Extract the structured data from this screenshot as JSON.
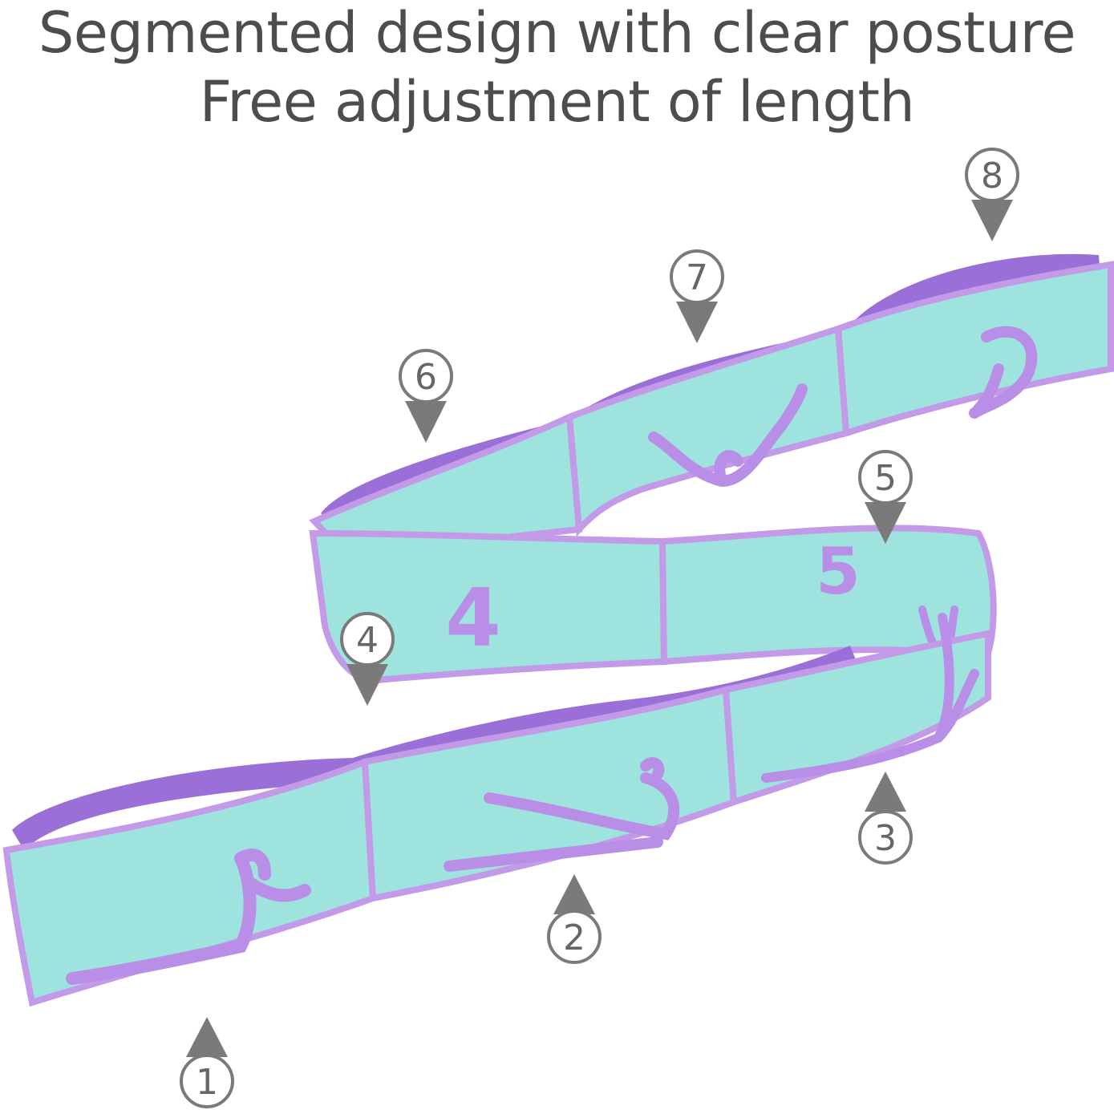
{
  "headline": {
    "line1": "Segmented design with clear posture",
    "line2": "Free adjustment of length"
  },
  "colors": {
    "band_face": "#9fe3de",
    "band_inner": "#9a6fd8",
    "band_edge": "#c39ae8",
    "print": "#b98ee6",
    "marker_fill": "#7a7a7a",
    "marker_ring": "#7a7a7a",
    "text": "#4d4d4d"
  },
  "markers": [
    {
      "label": "1"
    },
    {
      "label": "2"
    },
    {
      "label": "3"
    },
    {
      "label": "4"
    },
    {
      "label": "5"
    },
    {
      "label": "6"
    },
    {
      "label": "7"
    },
    {
      "label": "8"
    }
  ],
  "band_prints": {
    "loop4": "4",
    "loop5": "5"
  },
  "icons": [
    "yoga-stretch-band-image"
  ]
}
